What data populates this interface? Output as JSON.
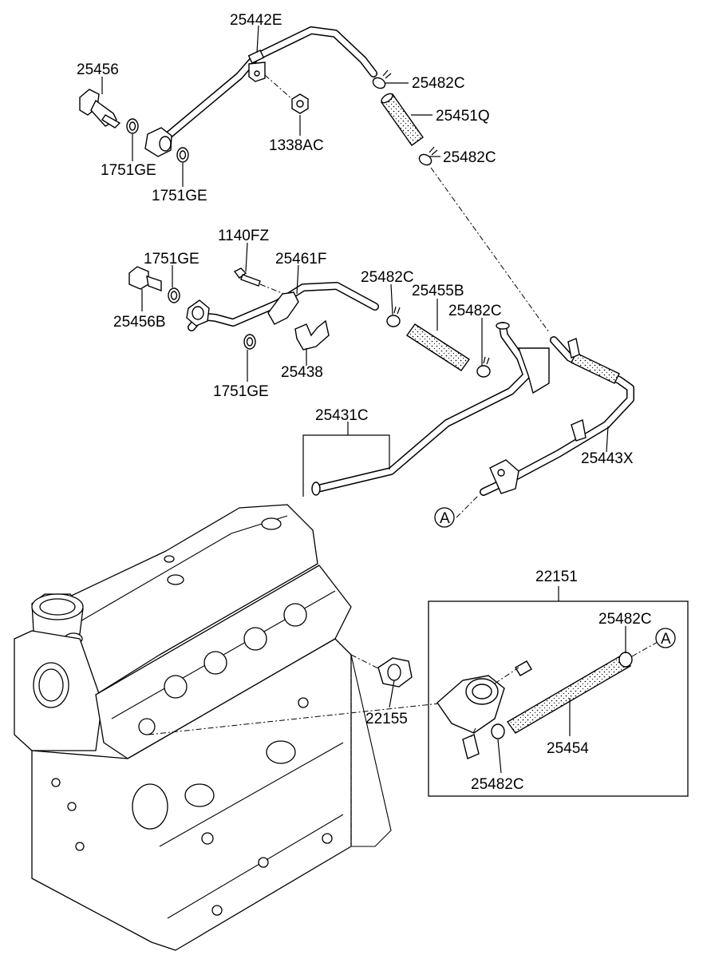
{
  "labels": {
    "p25442E": "25442E",
    "p25456": "25456",
    "p25482C_a": "25482C",
    "p25451Q": "25451Q",
    "p1338AC": "1338AC",
    "p25482C_b": "25482C",
    "p1751GE_a": "1751GE",
    "p1751GE_b": "1751GE",
    "p1140FZ": "1140FZ",
    "p1751GE_c": "1751GE",
    "p25461F": "25461F",
    "p25482C_c": "25482C",
    "p25455B": "25455B",
    "p25456B": "25456B",
    "p25482C_d": "25482C",
    "p25438": "25438",
    "p1751GE_d": "1751GE",
    "p25431C": "25431C",
    "p25443X": "25443X",
    "refA_1": "A",
    "p22151": "22151",
    "p25482C_e": "25482C",
    "refA_2": "A",
    "p22155": "22155",
    "p25454": "25454",
    "p25482C_f": "25482C"
  }
}
